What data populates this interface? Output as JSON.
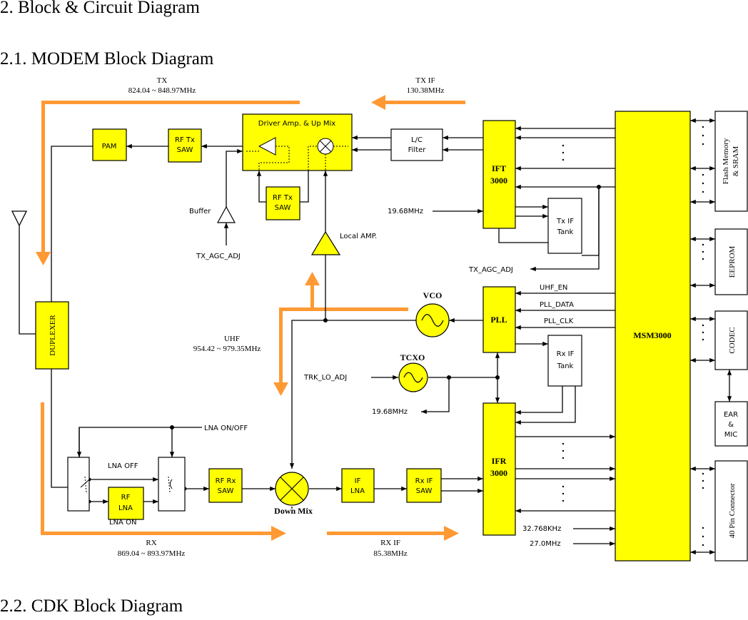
{
  "section": "2. Block & Circuit Diagram",
  "subsection_modem": "2.1. MODEM Block Diagram",
  "subsection_cdk": "2.2. CDK Block Diagram",
  "blocks": {
    "pam": "PAM",
    "rf_tx_saw": [
      "RF Tx",
      "SAW"
    ],
    "driver": "Driver Amp. & Up Mix",
    "lc_filter": [
      "L/C",
      "Filter"
    ],
    "ift": [
      "IFT",
      "3000"
    ],
    "buffer": "Buffer",
    "local_amp": "Local AMP.",
    "tx_if_tank": [
      "Tx IF",
      "Tank"
    ],
    "rx_if_tank": [
      "Rx IF",
      "Tank"
    ],
    "duplexer": "DUPLEXER",
    "pll": "PLL",
    "vco": "VCO",
    "tcxo": "TCXO",
    "ifr": [
      "IFR",
      "3000"
    ],
    "msm": "MSM3000",
    "rf_lna": [
      "RF",
      "LNA"
    ],
    "rf_rx_saw": [
      "RF Rx",
      "SAW"
    ],
    "down_mix": "Down Mix",
    "if_lna": [
      "IF",
      "LNA"
    ],
    "rx_if_saw": [
      "Rx IF",
      "SAW"
    ],
    "flash": [
      "Flash Memory",
      "& SRAM"
    ],
    "eeprom": "EEPROM",
    "codec": "CODEC",
    "ear_mic": [
      "EAR",
      "&",
      "MIC"
    ],
    "connector": "40 Pin Connector"
  },
  "signals": {
    "tx_agc_adj": "TX_AGC_ADJ",
    "tx_agc_adj_arrow": "TX_AGC_ADJ",
    "ref_19_68_top": "19.68MHz",
    "ref_19_68_bottom": "19.68MHz",
    "uhf_en": "UHF_EN",
    "pll_data": "PLL_DATA",
    "pll_clk": "PLL_CLK",
    "trk_lo_adj": "TRK_LO_ADJ",
    "lna_on_off": "LNA ON/OFF",
    "lna_off": "LNA OFF",
    "lna_on": "LNA ON",
    "clk_32k": "32.768KHz",
    "clk_27m": "27.0MHz"
  },
  "frequencies": {
    "tx_label": "TX",
    "tx_range": "824.04 ~ 848.97MHz",
    "txif_label": "TX IF",
    "txif_value": "130.38MHz",
    "uhf_label": "UHF",
    "uhf_range": "954.42 ~ 979.35MHz",
    "rx_label": "RX",
    "rx_range": "869.04 ~ 893.97MHz",
    "rxif_label": "RX IF",
    "rxif_value": "85.38MHz"
  },
  "colors": {
    "block_fill": "#ffff00",
    "signal_arrow": "#ff9933",
    "line": "#000000"
  }
}
